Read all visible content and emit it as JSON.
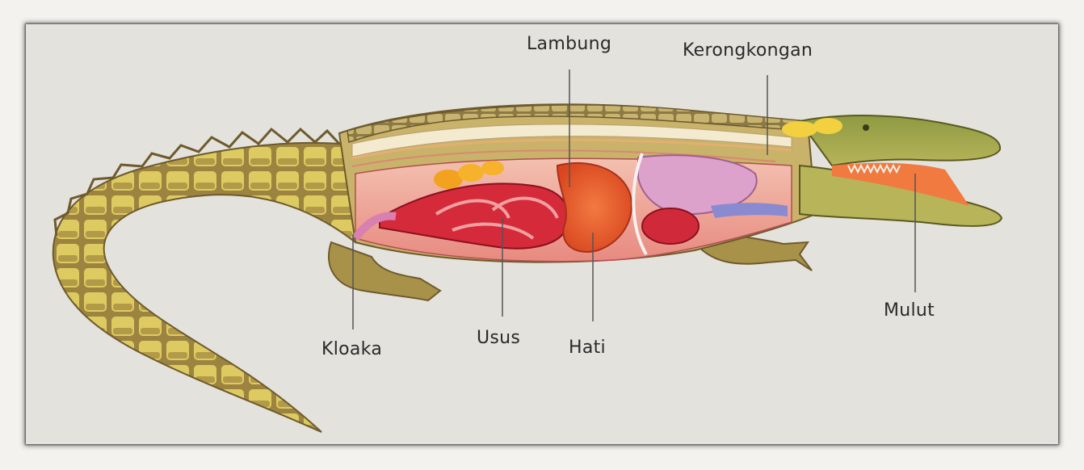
{
  "diagram": {
    "labels": {
      "lambung": "Lambung",
      "kerongkongan": "Kerongkongan",
      "mulut": "Mulut",
      "kloaka": "Kloaka",
      "usus": "Usus",
      "hati": "Hati"
    },
    "colors": {
      "background": "#e4e2dd",
      "skin": "#b7a24a",
      "scale_light": "#e2d36a",
      "scale_dark": "#8a6e3a",
      "body_cavity": "#e8908a",
      "intestine": "#d42a3a",
      "liver": "#e8502a",
      "stomach_lung": "#d8a0c8",
      "spine": "#f3ead0",
      "mouth_inner": "#f07a40",
      "leader_line": "#555555"
    }
  }
}
